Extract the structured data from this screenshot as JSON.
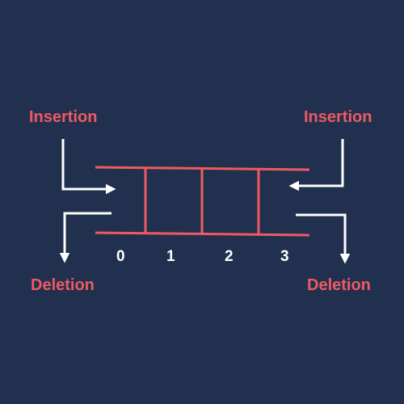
{
  "labels": {
    "insertion_left": "Insertion",
    "insertion_right": "Insertion",
    "deletion_left": "Deletion",
    "deletion_right": "Deletion"
  },
  "indices": [
    "0",
    "1",
    "2",
    "3"
  ],
  "colors": {
    "background": "#22304f",
    "accent": "#ee5a61",
    "arrows": "#ffffff",
    "index_text": "#ffffff"
  }
}
